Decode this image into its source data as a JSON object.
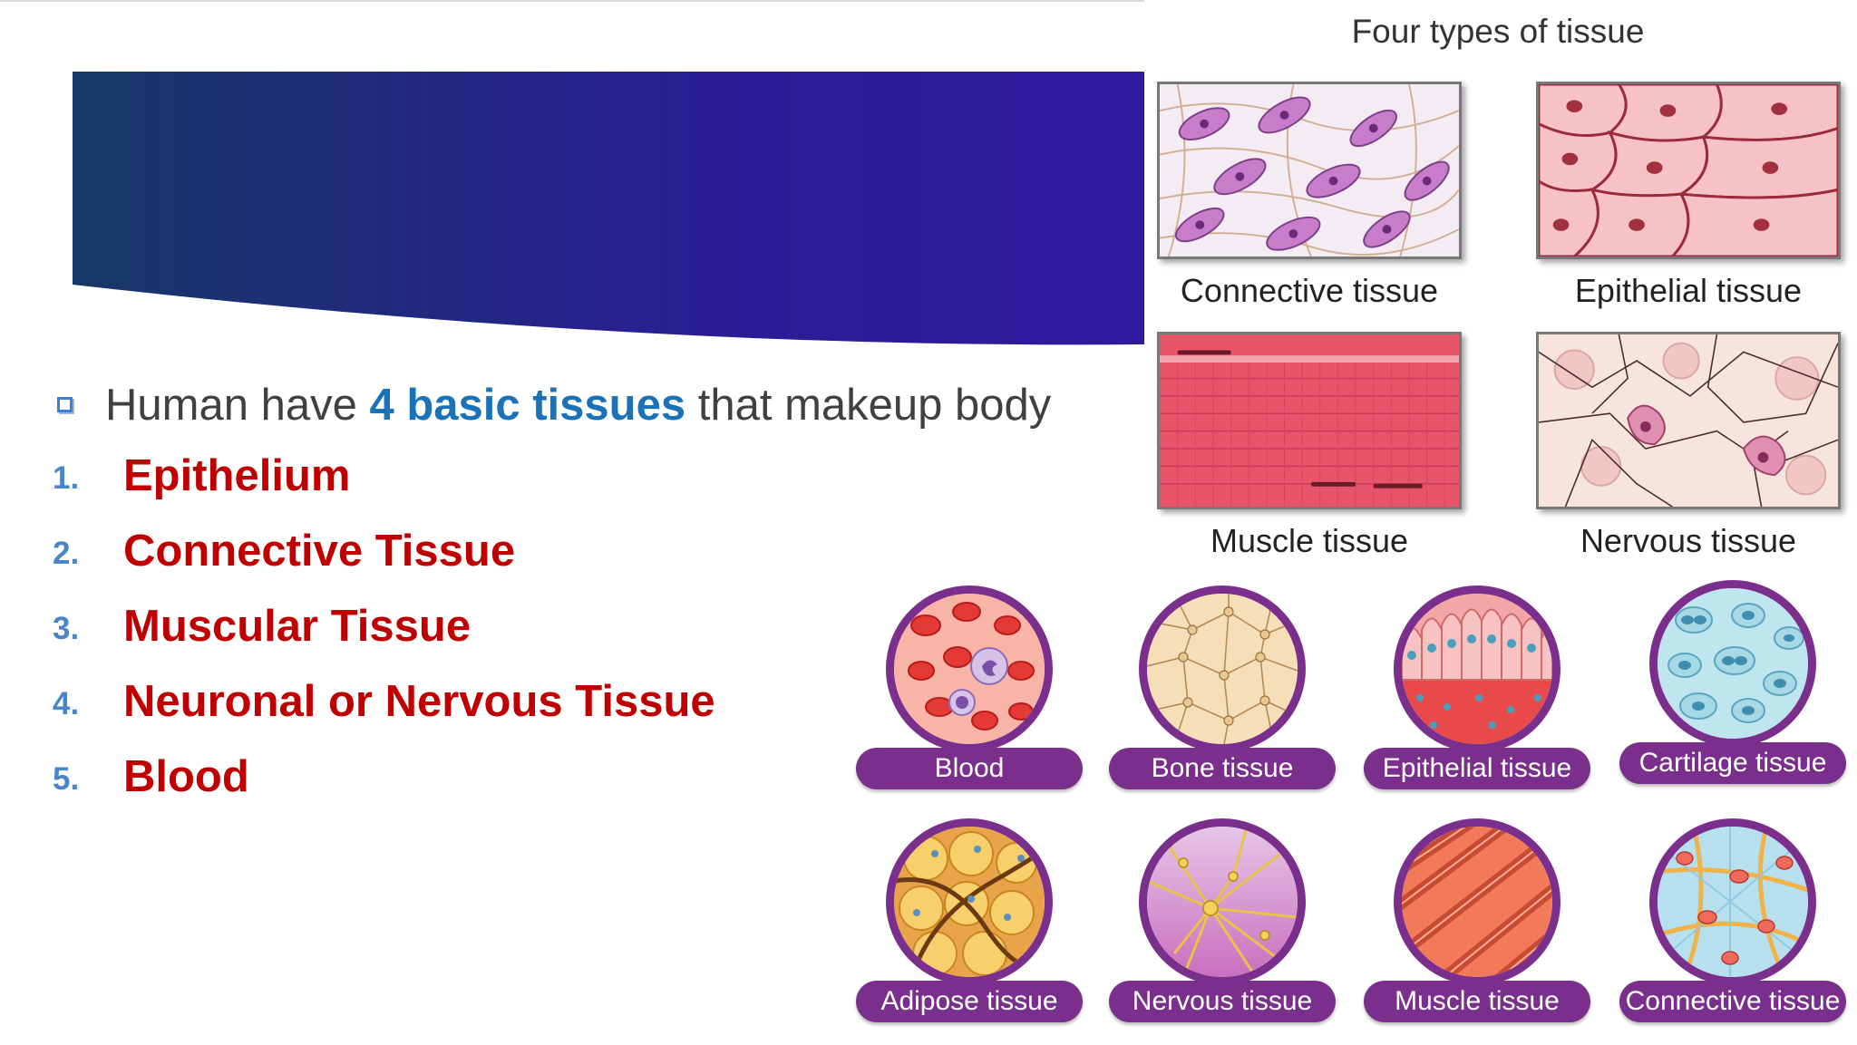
{
  "intro": {
    "prefix": "Human have ",
    "highlight": "4 basic tissues",
    "suffix": " that makeup body"
  },
  "list": [
    {
      "num": "1.",
      "label": "Epithelium"
    },
    {
      "num": "2.",
      "label": "Connective Tissue"
    },
    {
      "num": "3.",
      "label": "Muscular Tissue"
    },
    {
      "num": "4.",
      "label": "Neuronal or Nervous Tissue"
    },
    {
      "num": "5.",
      "label": "Blood"
    }
  ],
  "panel": {
    "title": "Four types of tissue",
    "tiles": [
      "Connective tissue",
      "Epithelial tissue",
      "Muscle tissue",
      "Nervous tissue"
    ]
  },
  "circles": [
    "Blood",
    "Bone tissue",
    "Epithelial tissue",
    "Cartilage tissue",
    "Adipose tissue",
    "Nervous tissue",
    "Muscle tissue",
    "Connective tissue"
  ],
  "colors": {
    "banner_start": "#1a3a6e",
    "banner_end": "#2e1a9a",
    "accent_blue": "#1a73b8",
    "list_red": "#c00000",
    "circle_purple": "#7b2f8c"
  }
}
